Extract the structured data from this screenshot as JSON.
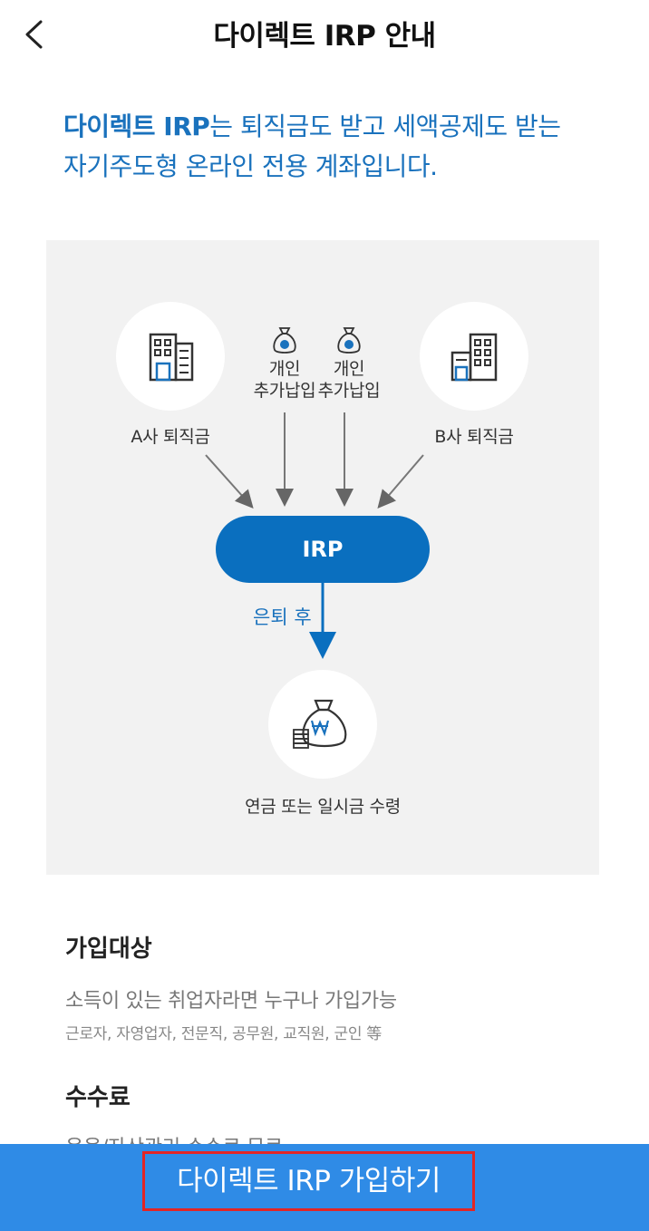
{
  "header": {
    "title": "다이렉트 IRP 안내"
  },
  "headline": {
    "brand": "다이렉트 IRP",
    "line1_rest": "는 퇴직금도 받고 세액공제도 받는",
    "line2": "자기주도형 온라인 전용 계좌입니다."
  },
  "diagram": {
    "company_a": "A사 퇴직금",
    "company_b": "B사 퇴직금",
    "personal1_line1": "개인",
    "personal1_line2": "추가납입",
    "personal2_line1": "개인",
    "personal2_line2": "추가납입",
    "irp": "IRP",
    "after_retire": "은퇴 후",
    "pension": "연금 또는 일시금 수령",
    "colors": {
      "accent": "#0a6fbf",
      "bg": "#f2f2f2"
    }
  },
  "sections": {
    "eligibility": {
      "title": "가입대상",
      "main": "소득이 있는 취업자라면 누구나 가입가능",
      "sub": "근로자, 자영업자, 전문직, 공무원, 교직원, 군인 等"
    },
    "fee": {
      "title": "수수료",
      "main": "운용/자산관리 수수료 무료"
    }
  },
  "bottom": {
    "join_label": "다이렉트 IRP 가입하기",
    "bar_color": "#2f8be6"
  }
}
